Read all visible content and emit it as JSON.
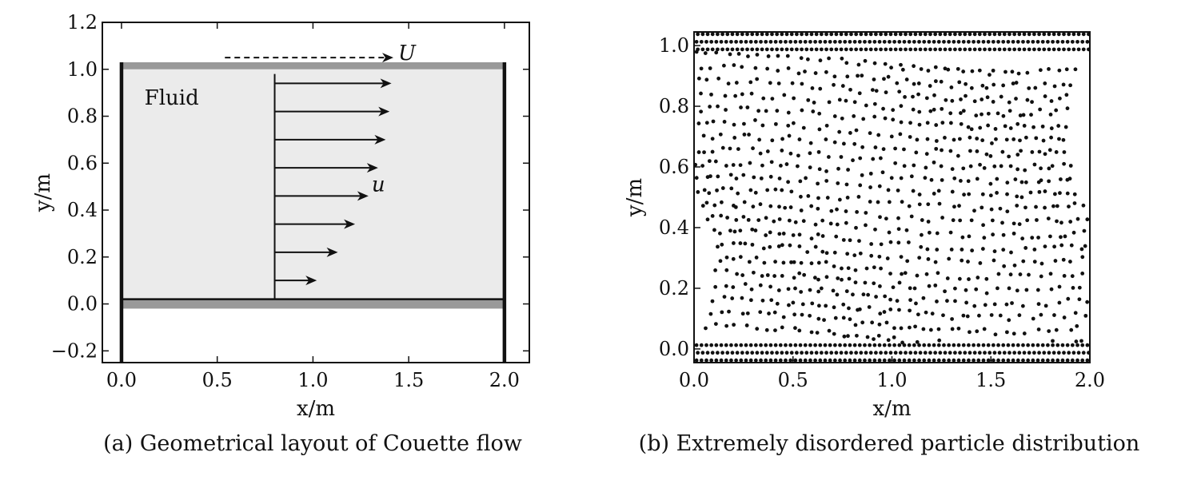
{
  "chart_data": [
    {
      "type": "diagram",
      "caption": "(a) Geometrical layout of Couette flow",
      "xlabel": "x/m",
      "ylabel": "y/m",
      "xlim": [
        -0.1,
        2.13
      ],
      "ylim": [
        -0.25,
        1.2
      ],
      "xticks": [
        0.0,
        0.5,
        1.0,
        1.5,
        2.0
      ],
      "xtick_labels": [
        "0.0",
        "0.5",
        "1.0",
        "1.5",
        "2.0"
      ],
      "yticks": [
        -0.2,
        0.0,
        0.2,
        0.4,
        0.6,
        0.8,
        1.0,
        1.2
      ],
      "ytick_labels": [
        "−0.2",
        "0.0",
        "0.2",
        "0.4",
        "0.6",
        "0.8",
        "1.0",
        "1.2"
      ],
      "fluid_region": {
        "x": [
          0.0,
          2.0
        ],
        "y": [
          0.02,
          1.0
        ]
      },
      "walls_x": [
        0.0,
        2.0
      ],
      "top_plate_y": [
        1.0,
        1.03
      ],
      "bottom_plate_y": [
        -0.02,
        0.02
      ],
      "fluid_label": "Fluid",
      "plate_velocity": {
        "label": "U",
        "x_start": 0.54,
        "x_end": 1.42,
        "y": 1.05
      },
      "profile_origin_x": 0.8,
      "velocity_profile": [
        {
          "y": 0.1,
          "u_end_x": 1.02
        },
        {
          "y": 0.22,
          "u_end_x": 1.13
        },
        {
          "y": 0.34,
          "u_end_x": 1.22
        },
        {
          "y": 0.46,
          "u_end_x": 1.29
        },
        {
          "y": 0.58,
          "u_end_x": 1.34
        },
        {
          "y": 0.7,
          "u_end_x": 1.38
        },
        {
          "y": 0.82,
          "u_end_x": 1.4
        },
        {
          "y": 0.94,
          "u_end_x": 1.41
        }
      ],
      "velocity_label": "u",
      "colors": {
        "fluid": "#ebebeb",
        "plate": "#999999",
        "line": "#111111"
      }
    },
    {
      "type": "scatter",
      "caption": "(b) Extremely disordered particle distribution",
      "xlabel": "x/m",
      "ylabel": "y/m",
      "xlim": [
        0.0,
        2.0
      ],
      "ylim": [
        -0.045,
        1.045
      ],
      "xticks": [
        0.0,
        0.5,
        1.0,
        1.5,
        2.0
      ],
      "xtick_labels": [
        "0.0",
        "0.5",
        "1.0",
        "1.5",
        "2.0"
      ],
      "yticks": [
        0.0,
        0.2,
        0.4,
        0.6,
        0.8,
        1.0
      ],
      "ytick_labels": [
        "0.0",
        "0.2",
        "0.4",
        "0.6",
        "0.8",
        "1.0"
      ],
      "particle_spacing": 0.025,
      "fluid_y_range": [
        0.02,
        0.98
      ],
      "wall_layers": {
        "bottom": [
          -0.0375,
          -0.0125,
          0.0125
        ],
        "top": [
          0.9875,
          1.0125,
          1.0375
        ]
      },
      "marker_color": "#111111"
    }
  ]
}
